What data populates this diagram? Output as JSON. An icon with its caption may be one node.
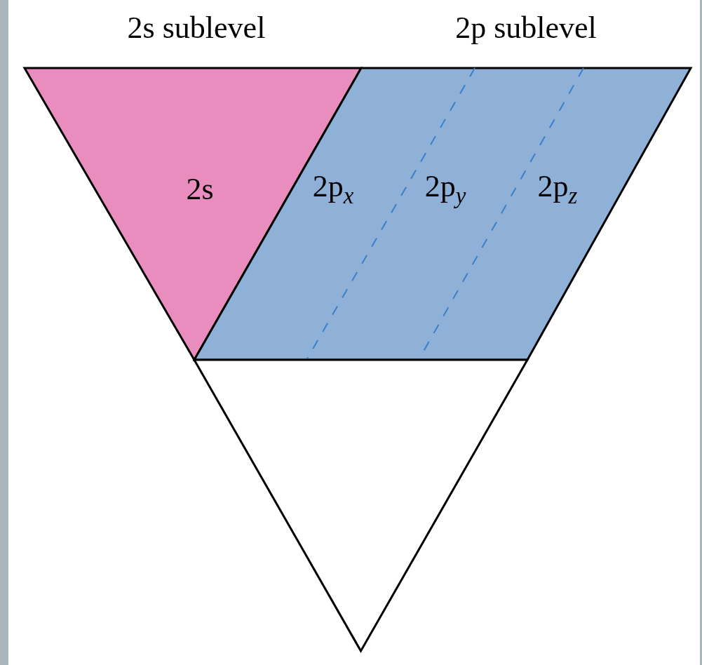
{
  "diagram": {
    "nodes": [
      {
        "text": [
          "2s sublevel",
          "2s"
        ]
      },
      {
        "text": [
          "2p sublevel"
        ]
      },
      {
        "text": [
          "2p$_{x}$"
        ],
        "in": 1
      },
      {
        "text": [
          "2p$_{y}$"
        ],
        "in": 1
      },
      {
        "text": [
          "2p$_{z}$"
        ],
        "in": 1
      },
      {
        "text": [],
        "shape": "triangle"
      }
    ],
    "edges": []
  }
}
